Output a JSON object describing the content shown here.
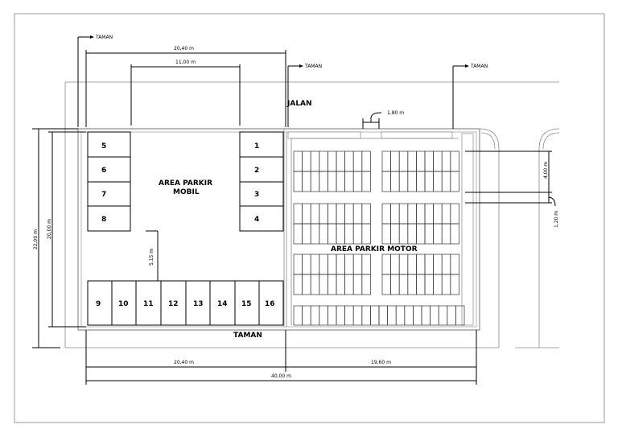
{
  "labels": {
    "taman_top_left": "TAMAN",
    "taman_top_mid": "TAMAN",
    "taman_top_right": "TAMAN",
    "jalan": "JALAN",
    "area_mobil_line1": "AREA PARKIR",
    "area_mobil_line2": "MOBIL",
    "area_motor": "AREA PARKIR MOTOR",
    "taman_bottom": "TAMAN"
  },
  "dimensions": {
    "top_overall": "20,40 m",
    "top_inner": "11,00 m",
    "gate_width": "1,80 m",
    "left_outer": "22,00 m",
    "left_inner": "20,00 m",
    "spacing": "5,15 m",
    "motor_row": "4,00 m",
    "motor_aisle": "1,20 m",
    "bottom_left": "20,40 m",
    "bottom_right": "19,60 m",
    "bottom_total": "40,00 m"
  },
  "car_slots": {
    "left_column": [
      "5",
      "6",
      "7",
      "8"
    ],
    "right_column": [
      "1",
      "2",
      "3",
      "4"
    ],
    "bottom_row": [
      "9",
      "10",
      "11",
      "12",
      "13",
      "14",
      "15",
      "16"
    ]
  }
}
